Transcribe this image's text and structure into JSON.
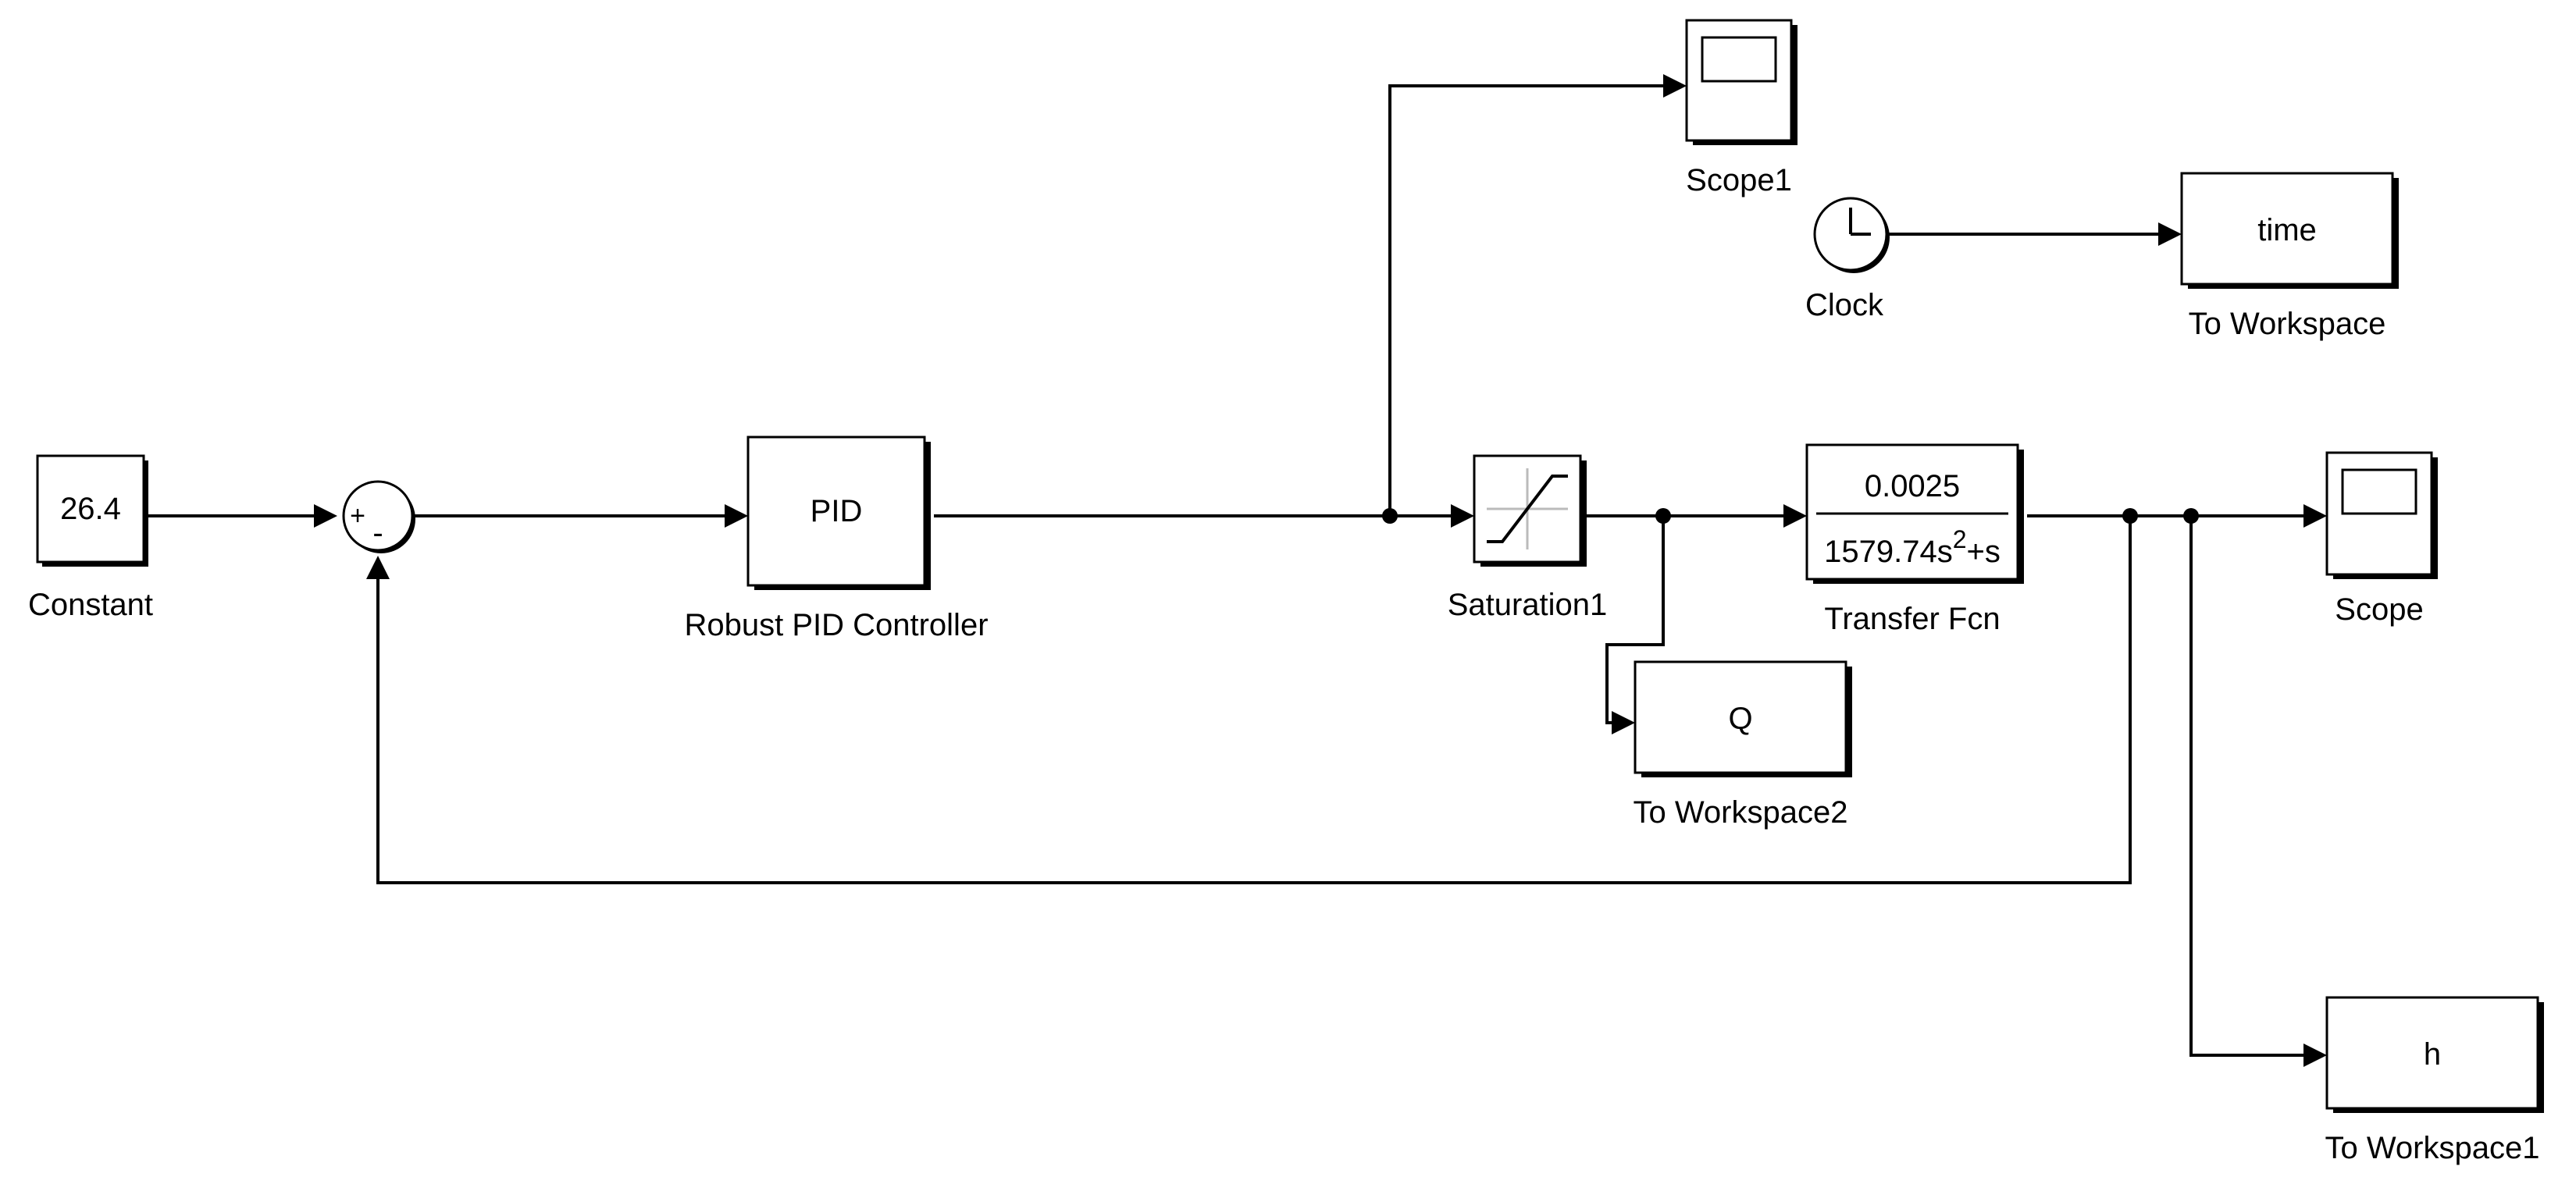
{
  "blocks": {
    "constant": {
      "value": "26.4",
      "name": "Constant"
    },
    "sum": {
      "plus": "+",
      "minus": "-"
    },
    "pid": {
      "value": "PID",
      "name": "Robust PID Controller"
    },
    "scope1": {
      "name": "Scope1"
    },
    "clock": {
      "name": "Clock"
    },
    "to_workspace": {
      "value": "time",
      "name": "To Workspace"
    },
    "saturation": {
      "name": "Saturation1"
    },
    "transfer_fcn": {
      "numerator": "0.0025",
      "denominator_a": "1579.74s",
      "denominator_exp": "2",
      "denominator_b": "+s",
      "name": "Transfer Fcn"
    },
    "scope": {
      "name": "Scope"
    },
    "to_workspace2": {
      "value": "Q",
      "name": "To Workspace2"
    },
    "to_workspace1": {
      "value": "h",
      "name": "To Workspace1"
    }
  }
}
